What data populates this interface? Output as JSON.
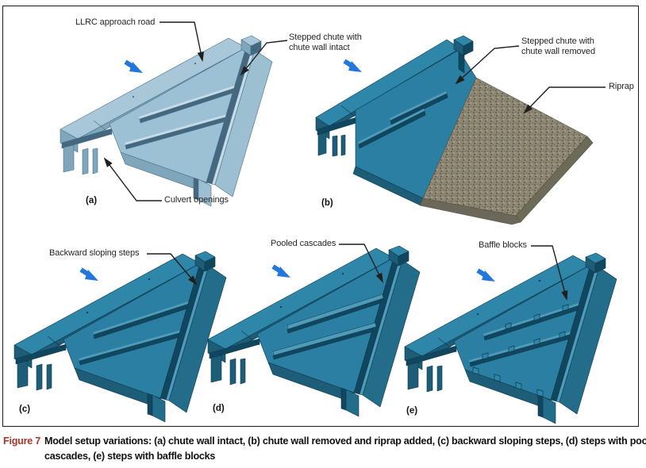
{
  "figure": {
    "panel_a": {
      "letter": "(a)",
      "label_road": "LLRC approach road",
      "label_chute_line1": "Stepped chute with",
      "label_chute_line2": "chute wall intact",
      "label_culvert": "Culvert openings"
    },
    "panel_b": {
      "letter": "(b)",
      "label_chute_line1": "Stepped chute with",
      "label_chute_line2": "chute wall removed",
      "label_riprap": "Riprap"
    },
    "panel_c": {
      "letter": "(c)",
      "label": "Backward sloping steps"
    },
    "panel_d": {
      "letter": "(d)",
      "label": "Pooled cascades"
    },
    "panel_e": {
      "letter": "(e)",
      "label": "Baffle blocks"
    }
  },
  "caption": {
    "label": "Figure 7",
    "line1": "Model setup variations: (a) chute wall intact, (b) chute wall removed and riprap added, (c) backward sloping steps, (d) steps with pooled",
    "line2": "cascades, (e) steps with baffle blocks"
  },
  "colors": {
    "border": "#1a1a1a",
    "label_text": "#262626",
    "caption_red": "#a5362c",
    "arrow_blue": "#2277dd",
    "callout_black": "#1f1f1f",
    "light_top": "#a8c8da",
    "light_top2": "#9cc0d4",
    "light_side": "#9dbfd2",
    "light_mid": "#7fa6bb",
    "light_dark": "#44687f",
    "light_strip": "#c6dbe6",
    "light_stroke": "#49708a",
    "teal_top": "#2e86a8",
    "teal_top2": "#2a7fa2",
    "teal_side": "#236c8a",
    "teal_mid": "#1d5d78",
    "teal_dark": "#11475e",
    "teal_strip": "#4e9cba",
    "teal_stroke": "#0d3a4e",
    "riprap_base": "#8d8774",
    "riprap_dark": "#6b675a",
    "riprap_light": "#a29b83",
    "riprap_side": "#6e6a58"
  }
}
